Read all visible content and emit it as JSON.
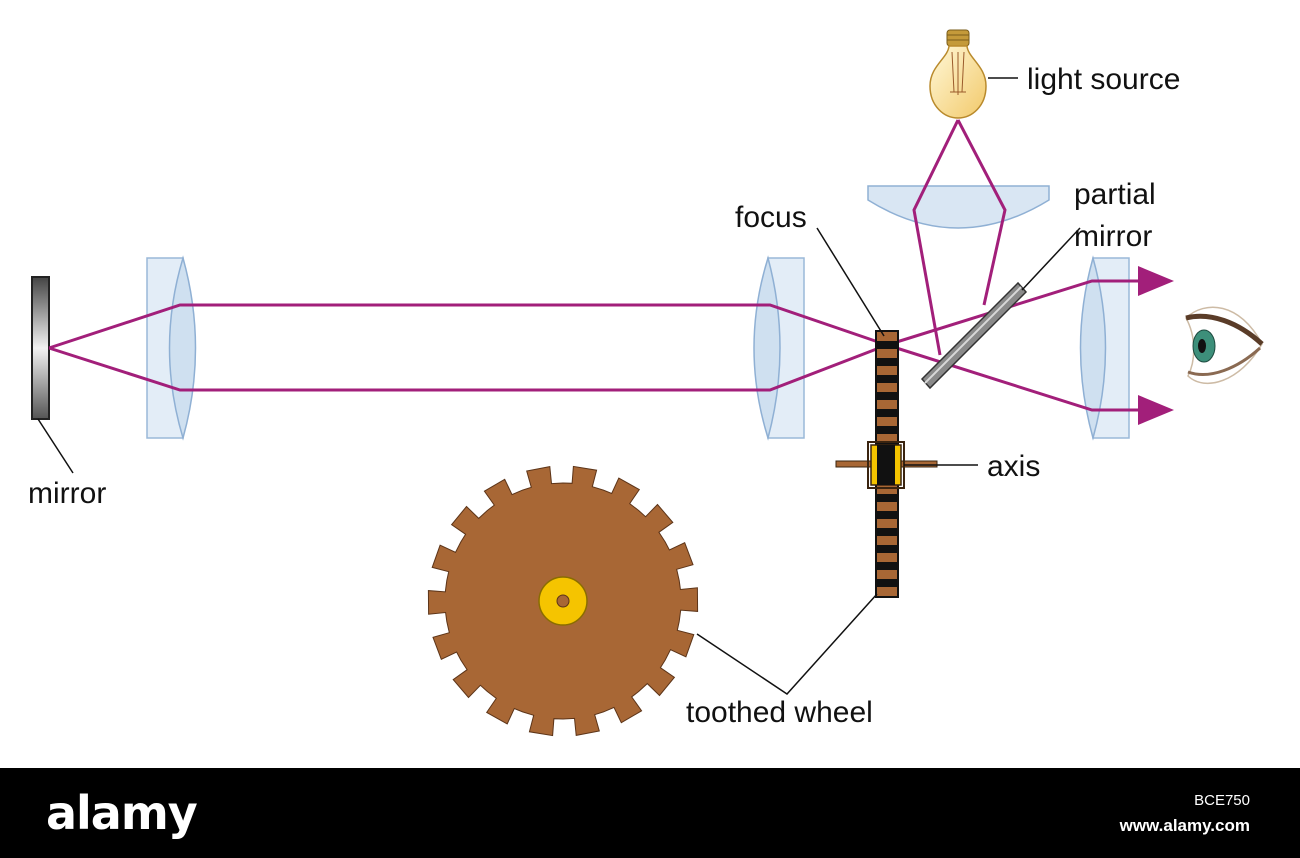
{
  "labels": {
    "light_source": "light source",
    "partial_mirror_line1": "partial",
    "partial_mirror_line2": "mirror",
    "focus": "focus",
    "axis": "axis",
    "mirror": "mirror",
    "toothed_wheel": "toothed wheel"
  },
  "colors": {
    "beam": "#a21f7a",
    "lens_fill": "#dbe8f4",
    "lens_stroke": "#8fb0d4",
    "wheel": "#a86735",
    "hub": "#f5c400",
    "mirror": "#666666",
    "footer_bg": "#000000"
  },
  "footer": {
    "brand": "alamy",
    "image_id": "BCE750",
    "site": "www.alamy.com"
  }
}
